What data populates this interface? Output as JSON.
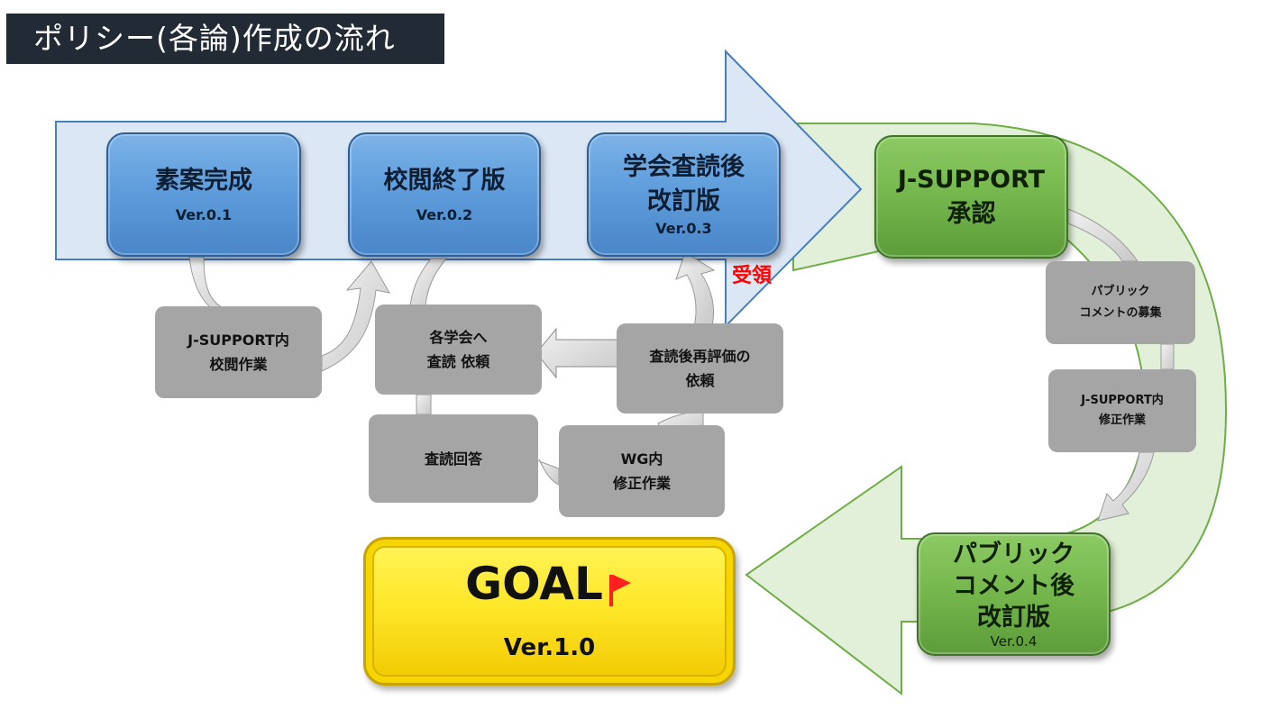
{
  "title": "ポリシー(各論)作成の流れ",
  "steps": {
    "draft": {
      "label": "素案完成",
      "version": "Ver.0.1"
    },
    "proofread": {
      "label": "校閲終了版",
      "version": "Ver.0.2"
    },
    "society_review": {
      "line1": "学会査読後",
      "line2": "改訂版",
      "version": "Ver.0.3"
    },
    "approval": {
      "line1": "J-SUPPORT",
      "line2": "承認"
    },
    "public_comment_rev": {
      "line1": "パブリック",
      "line2": "コメント後",
      "line3": "改訂版",
      "version": "Ver.0.4"
    },
    "goal": {
      "label": "GOAL",
      "version": "Ver.1.0"
    }
  },
  "tasks": {
    "internal_proofread": {
      "line1": "J-SUPPORT内",
      "line2": "校閲作業"
    },
    "review_request": {
      "line1": "各学会へ",
      "line2": "査読 依頼"
    },
    "review_answer": {
      "line1": "査読回答"
    },
    "re_evaluation": {
      "line1": "査読後再評価の",
      "line2": "依頼"
    },
    "wg_revision": {
      "line1": "WG内",
      "line2": "修正作業"
    },
    "public_comment": {
      "line1": "パブリック",
      "line2": "コメントの募集"
    },
    "internal_revision": {
      "line1": "J-SUPPORT内",
      "line2": "修正作業"
    }
  },
  "received_label": "受領",
  "icons": {
    "goal_flag": "flag-icon"
  },
  "colors": {
    "title_bg": "#222a35",
    "main_arrow_fill": "#dbe7f4",
    "main_arrow_stroke": "#4a7ebb",
    "green_band_fill": "#e2efd9",
    "green_band_stroke": "#70ad47",
    "blue_box": "#5f9ddc",
    "green_box": "#74b64c",
    "gray_box": "#a5a5a5",
    "goal": "#ffe82a",
    "received": "#ff0000"
  }
}
